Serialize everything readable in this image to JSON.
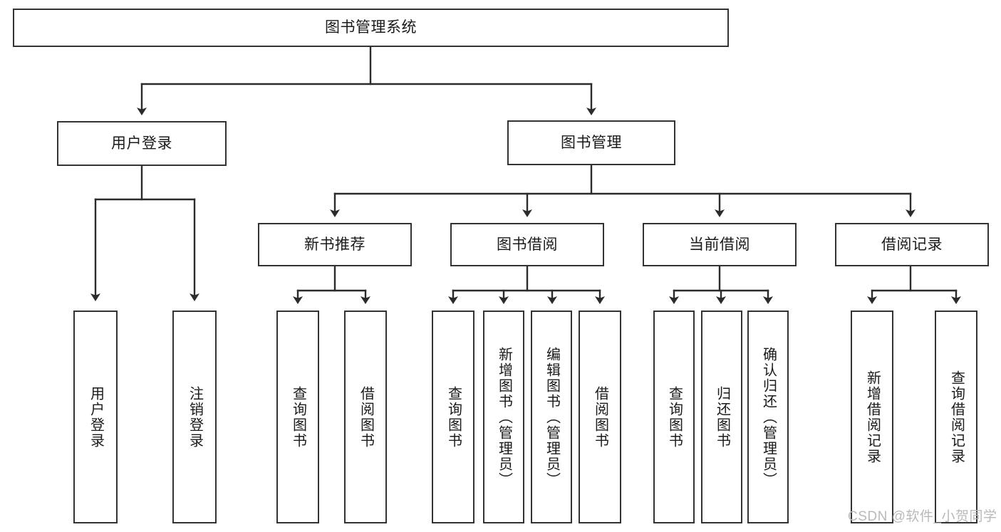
{
  "diagram": {
    "type": "tree-hierarchy",
    "title": "图书管理系统",
    "orientation": "top-down",
    "colors": {
      "box_border": "#333333",
      "box_fill": "#ffffff",
      "line": "#2b2b2b",
      "text": "#1a1a1a",
      "watermark": "#b9b9b9",
      "background": "#ffffff"
    }
  },
  "watermark": {
    "text": "CSDN @软件_小贺同学"
  },
  "nodes": {
    "root": {
      "label": "图书管理系统",
      "level": 1,
      "orientation": "horizontal"
    },
    "level2": [
      {
        "id": "user-login",
        "label": "用户登录",
        "orientation": "horizontal"
      },
      {
        "id": "book-management",
        "label": "图书管理",
        "orientation": "horizontal"
      }
    ],
    "level3": [
      {
        "id": "new-book-recommend",
        "label": "新书推荐",
        "orientation": "horizontal"
      },
      {
        "id": "book-borrow",
        "label": "图书借阅",
        "orientation": "horizontal"
      },
      {
        "id": "current-borrow",
        "label": "当前借阅",
        "orientation": "horizontal"
      },
      {
        "id": "borrow-record",
        "label": "借阅记录",
        "orientation": "horizontal"
      }
    ],
    "leaves": {
      "user-login": [
        {
          "id": "leaf-user-login",
          "label": "用户登录",
          "orientation": "vertical"
        },
        {
          "id": "leaf-user-logout",
          "label": "注销登录",
          "orientation": "vertical"
        }
      ],
      "new-book-recommend": [
        {
          "id": "leaf-query-book-1",
          "label": "查询图书",
          "orientation": "vertical"
        },
        {
          "id": "leaf-borrow-book-1",
          "label": "借阅图书",
          "orientation": "vertical"
        }
      ],
      "book-borrow": [
        {
          "id": "leaf-query-book-2",
          "label": "查询图书",
          "orientation": "vertical"
        },
        {
          "id": "leaf-add-book",
          "label": "新增图书（管理员）",
          "orientation": "vertical"
        },
        {
          "id": "leaf-edit-book",
          "label": "编辑图书（管理员）",
          "orientation": "vertical"
        },
        {
          "id": "leaf-borrow-book-2",
          "label": "借阅图书",
          "orientation": "vertical"
        }
      ],
      "current-borrow": [
        {
          "id": "leaf-query-book-3",
          "label": "查询图书",
          "orientation": "vertical"
        },
        {
          "id": "leaf-return-book",
          "label": "归还图书",
          "orientation": "vertical"
        },
        {
          "id": "leaf-confirm-return",
          "label": "确认归还（管理员）",
          "orientation": "vertical"
        }
      ],
      "borrow-record": [
        {
          "id": "leaf-add-record",
          "label": "新增借阅记录",
          "orientation": "vertical"
        },
        {
          "id": "leaf-query-record",
          "label": "查询借阅记录",
          "orientation": "vertical"
        }
      ]
    }
  }
}
